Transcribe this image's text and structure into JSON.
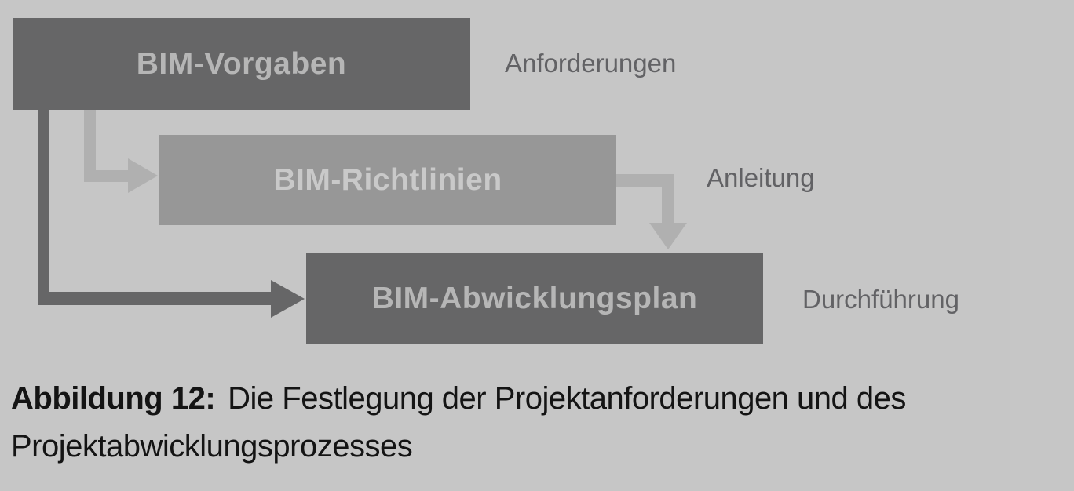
{
  "diagram": {
    "nodes": [
      {
        "id": "vorgaben",
        "label": "BIM-Vorgaben",
        "annotation": "Anforderungen"
      },
      {
        "id": "richtlinien",
        "label": "BIM-Richtlinien",
        "annotation": "Anleitung"
      },
      {
        "id": "abwicklungsplan",
        "label": "BIM-Abwicklungsplan",
        "annotation": "Durchführung"
      }
    ],
    "edges": [
      {
        "from": "BIM-Vorgaben",
        "to": "BIM-Richtlinien",
        "style": "light"
      },
      {
        "from": "BIM-Richtlinien",
        "to": "BIM-Abwicklungsplan",
        "style": "light"
      },
      {
        "from": "BIM-Vorgaben",
        "to": "BIM-Abwicklungsplan",
        "style": "dark"
      }
    ],
    "colors": {
      "background": "#c6c6c6",
      "dark_box": "#666667",
      "dark_box_text": "#b6b6b6",
      "medium_box": "#979797",
      "medium_box_text": "#c9c9c9",
      "light_arrow": "#b0b0b0",
      "dark_arrow": "#666667",
      "annotation_text": "#626265",
      "caption_text": "#141414"
    }
  },
  "caption": {
    "label": "Abbildung 12:",
    "line1": "Die Festlegung der Projektanforderungen und des",
    "line2": "Projektabwicklungsprozesses"
  }
}
